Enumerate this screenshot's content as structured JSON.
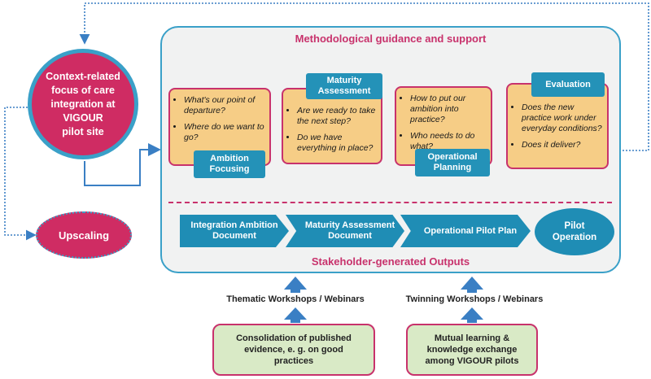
{
  "context": {
    "text": "Context-related\nfocus of care\nintegration at\nVIGOUR\npilot site"
  },
  "upscaling": {
    "text": "Upscaling"
  },
  "panel": {
    "top_title": "Methodological guidance and support",
    "bottom_title": "Stakeholder-generated Outputs"
  },
  "phases": [
    {
      "tag": "Ambition\nFocusing",
      "questions": [
        "What's our point of departure?",
        "Where do we want to go?"
      ]
    },
    {
      "tag": "Maturity\nAssessment",
      "questions": [
        "Are we ready to take the next step?",
        "Do we have everything in place?"
      ]
    },
    {
      "tag": "Operational\nPlanning",
      "questions": [
        "How to put our ambition into practice?",
        "Who needs to do what?"
      ]
    },
    {
      "tag": "Evaluation",
      "questions": [
        "Does the new practice work under everyday conditions?",
        "Does it deliver?"
      ]
    }
  ],
  "outputs": [
    {
      "label": "Integration Ambition\nDocument"
    },
    {
      "label": "Maturity Assessment\nDocument"
    },
    {
      "label": "Operational Pilot Plan"
    }
  ],
  "pilot": {
    "label": "Pilot\nOperation"
  },
  "workshops": [
    {
      "label": "Thematic Workshops / Webinars",
      "source": "Consolidation of published\nevidence, e. g. on good\npractices"
    },
    {
      "label": "Twinning Workshops / Webinars",
      "source": "Mutual learning &\nknowledge exchange\namong VIGOUR pilots"
    }
  ],
  "colors": {
    "accent_pink": "#c8326c",
    "accent_blue": "#2492b8",
    "box_orange": "#f6cd86",
    "box_green": "#d9eac6"
  }
}
